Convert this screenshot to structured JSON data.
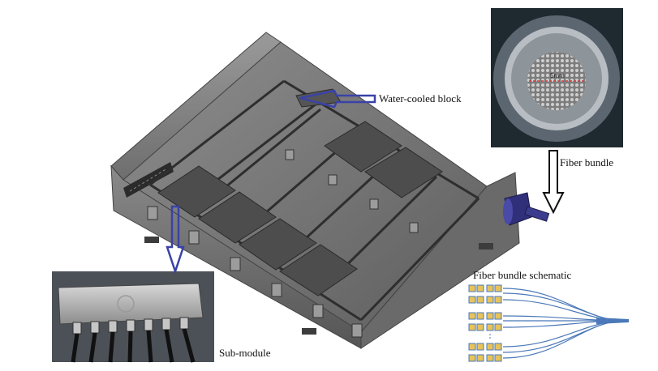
{
  "labels": {
    "water_cooled_block": "Water-cooled block",
    "fiber_bundle": "Fiber bundle",
    "fiber_bundle_schematic": "Fiber bundle schematic",
    "sub_module": "Sub-module",
    "scale_marker": "5mm"
  },
  "colors": {
    "chassis_gray": "#7a7a7a",
    "arrow_blue": "#3b42a8",
    "fiber_blue": "#4a78b8",
    "connector_yellow": "#e8c35a"
  }
}
